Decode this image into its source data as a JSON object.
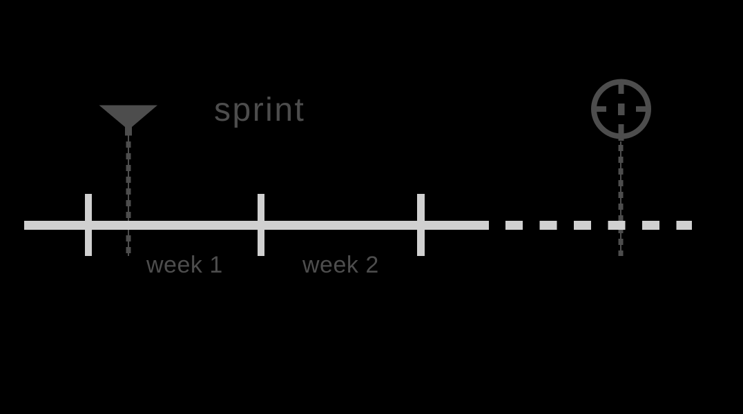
{
  "diagram": {
    "type": "sprint-timeline",
    "sprint_label": "sprint",
    "week_labels": [
      "week 1",
      "week 2"
    ],
    "timeline": {
      "tick_count": 3,
      "solid_segments": 2,
      "continuation_style": "dashed"
    },
    "icons": {
      "start_marker": "funnel-triangle-icon",
      "end_marker": "crosshair-target-icon"
    }
  },
  "colors": {
    "background": "#000000",
    "dark": "#4d4d4d",
    "light": "#d0d0d0"
  }
}
